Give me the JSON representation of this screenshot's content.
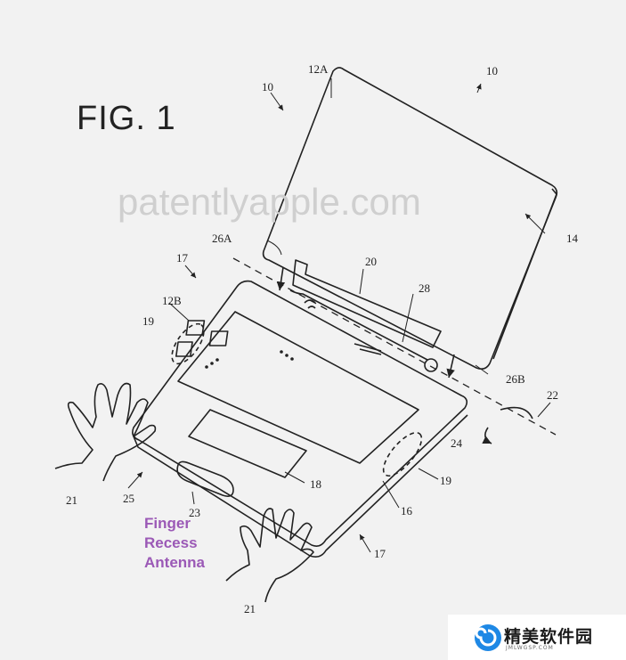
{
  "figure": {
    "title": "FIG. 1"
  },
  "watermark": {
    "text": "patentlyapple.com"
  },
  "callout": {
    "lines": [
      "Finger",
      "Recess",
      "Antenna"
    ],
    "color": "#9b59b6"
  },
  "labels": {
    "l10a": "10",
    "l10b": "10",
    "l12a": "12A",
    "l12b": "12B",
    "l14": "14",
    "l16": "16",
    "l17a": "17",
    "l17b": "17",
    "l18": "18",
    "l19a": "19",
    "l19b": "19",
    "l20": "20",
    "l21a": "21",
    "l21b": "21",
    "l22": "22",
    "l23": "23",
    "l24": "24",
    "l25": "25",
    "l26a": "26A",
    "l26b": "26B",
    "l28": "28"
  },
  "logo": {
    "text": "精美软件园",
    "sub": "JMLWGSP.COM",
    "icon": "spiral-logo-icon",
    "accent": "#1e88e5"
  }
}
